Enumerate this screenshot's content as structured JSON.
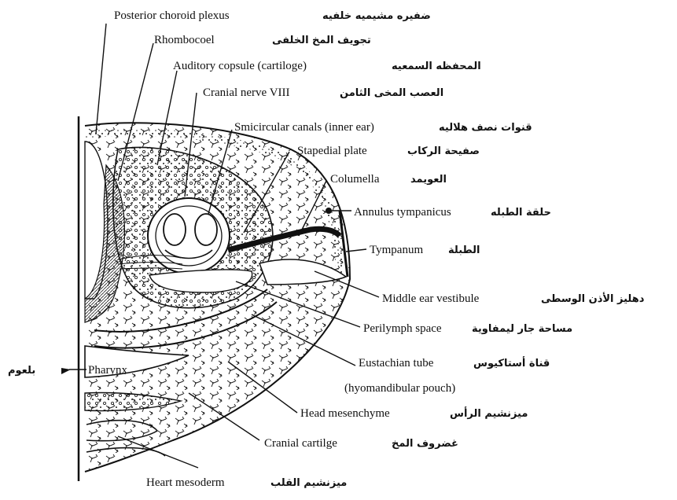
{
  "labels": {
    "posterior_choroid_plexus": {
      "en": "Posterior choroid plexus",
      "ar": "ضفيره مشيميه خلفيه"
    },
    "rhombocoel": {
      "en": "Rhombocoel",
      "ar": "تجويف المخ الخلفى"
    },
    "auditory_capsule": {
      "en": "Auditory copsule (cartiloge)",
      "ar": "المحفظه السمعيه"
    },
    "cranial_nerve_viii": {
      "en": "Cranial nerve VIII",
      "ar": "العصب المخى الثامن"
    },
    "semicircular_canals": {
      "en": "Smicircular canals (inner ear)",
      "ar": "قنوات نصف هلاليه"
    },
    "stapedial_plate": {
      "en": "Stapedial plate",
      "ar": "صفيحة الركاب"
    },
    "columella": {
      "en": "Columella",
      "ar": "العويمد"
    },
    "annulus_tympanicus": {
      "en": "Annulus tympanicus",
      "ar": "حلقة الطبله"
    },
    "tympanum": {
      "en": "Tympanum",
      "ar": "الطبلة"
    },
    "middle_ear_vestibule": {
      "en": "Middle ear vestibule",
      "ar": "دهليز الأذن الوسطى"
    },
    "perilymph_space": {
      "en": "Perilymph space",
      "ar": "مساحة جار ليمفاوية"
    },
    "eustachian_tube": {
      "en": "Eustachian tube",
      "ar": "قناة أستاكيوس",
      "sub": "(hyomandibular pouch)"
    },
    "head_mesenchyme": {
      "en": "Head mesenchyme",
      "ar": "ميزنشيم الرأس"
    },
    "cranial_cartilage": {
      "en": "Cranial cartilge",
      "ar": "غضروف المخ"
    },
    "heart_mesoderm": {
      "en": "Heart mesoderm",
      "ar": "ميزنشيم القلب"
    },
    "pharynx": {
      "en": "Pharynx",
      "ar": "بلعوم"
    }
  },
  "colors": {
    "ink": "#111111",
    "background": "#ffffff"
  }
}
